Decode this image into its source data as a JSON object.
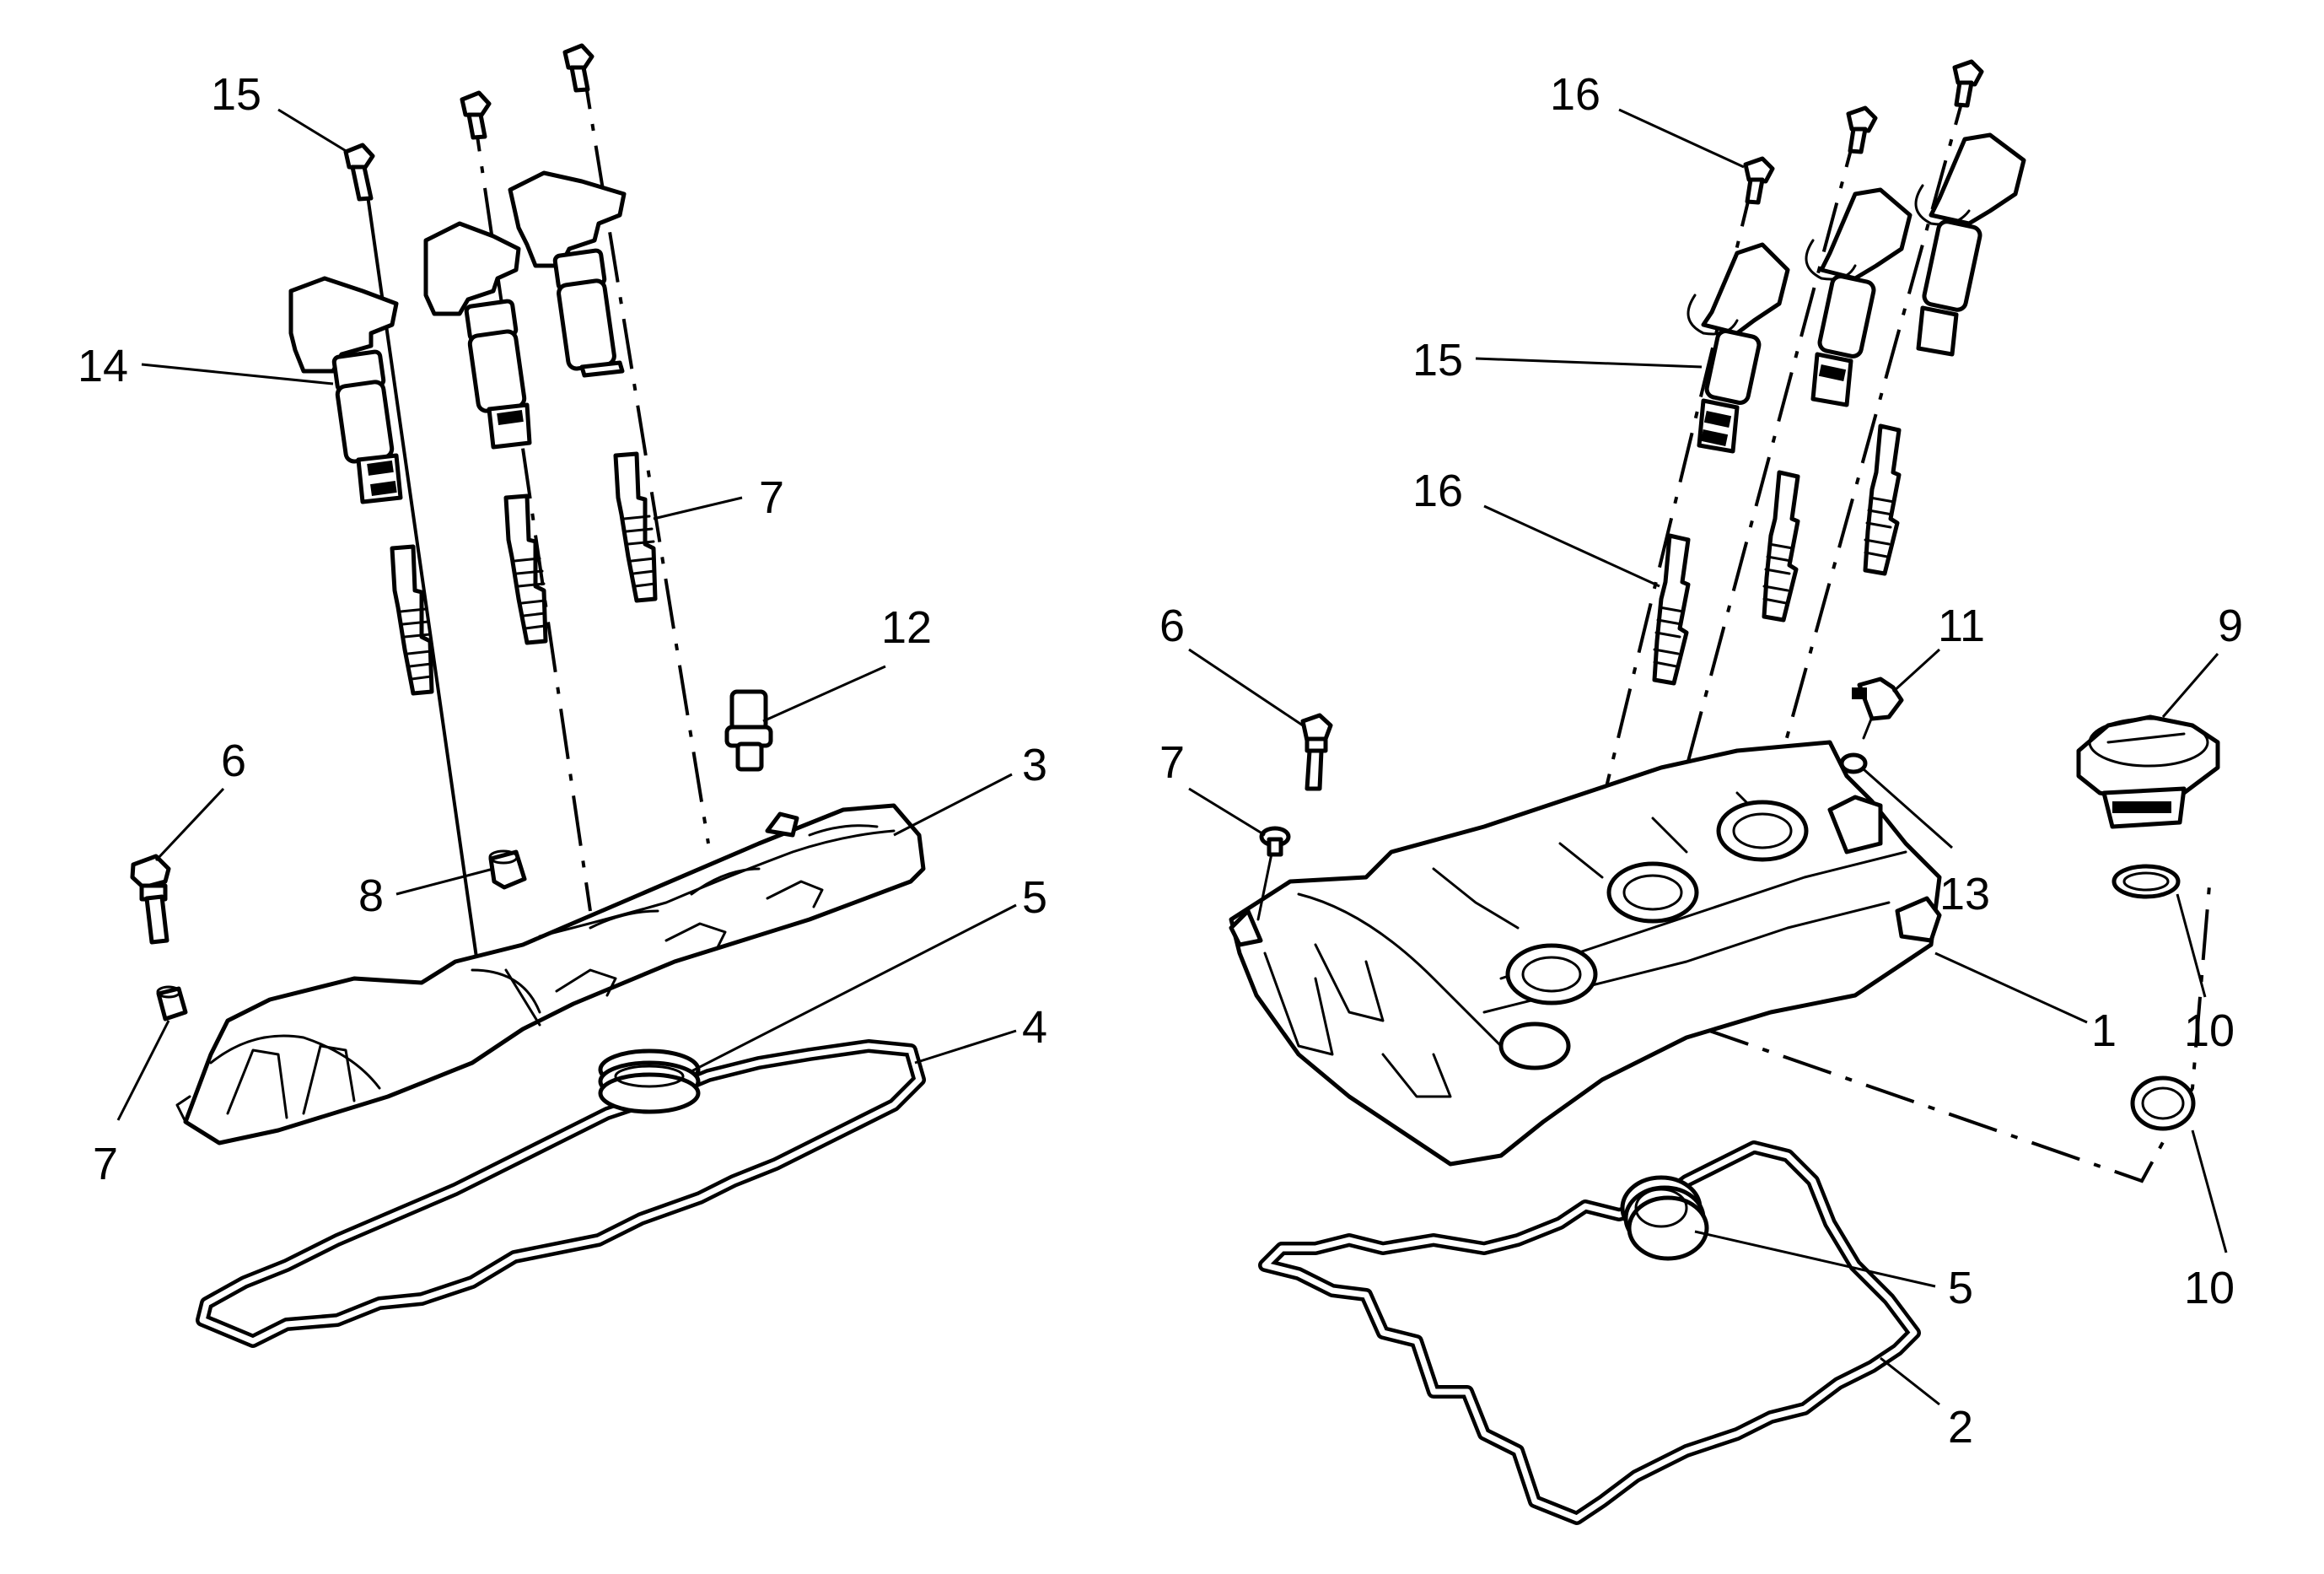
{
  "callouts": {
    "left": {
      "c15": "15",
      "c14": "14",
      "c7_top": "7",
      "c12": "12",
      "c6": "6",
      "c3": "3",
      "c8": "8",
      "c5": "5",
      "c4": "4",
      "c7_bottom": "7"
    },
    "right": {
      "c16_top": "16",
      "c15": "15",
      "c16_mid": "16",
      "c6": "6",
      "c7": "7",
      "c11": "11",
      "c9": "9",
      "c13": "13",
      "c1": "1",
      "c10_upper": "10",
      "c10_lower": "10",
      "c5": "5",
      "c2": "2"
    }
  }
}
